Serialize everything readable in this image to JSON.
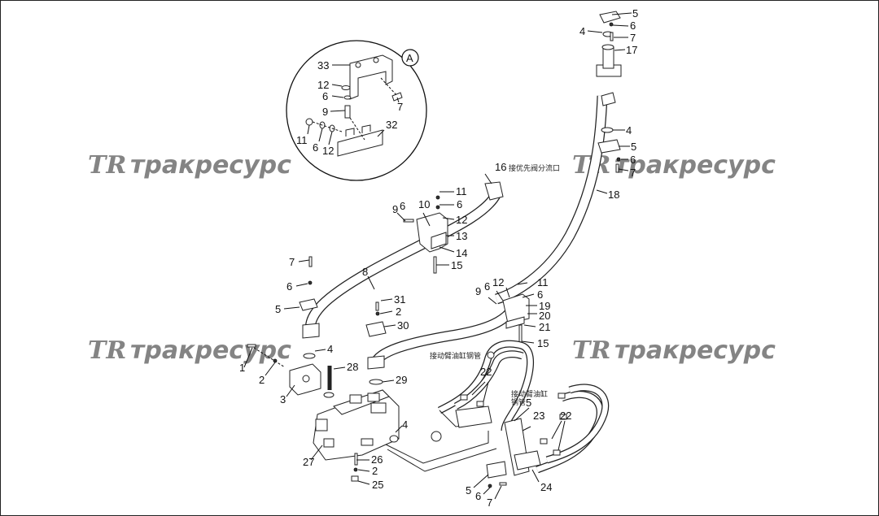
{
  "watermark": {
    "logo": "TR",
    "text": "тракресурс"
  },
  "detail": {
    "marker": "A"
  },
  "annotations": {
    "priority_valve": "接优先阀分流口",
    "boom_cyl_1": "接动臂油缸钢管",
    "boom_cyl_2a": "接动臂油缸",
    "boom_cyl_2b": "钢管"
  },
  "callouts": [
    {
      "id": "c5a",
      "t": "5"
    },
    {
      "id": "c4a",
      "t": "4"
    },
    {
      "id": "c6a",
      "t": "6"
    },
    {
      "id": "c7a",
      "t": "7"
    },
    {
      "id": "c17",
      "t": "17"
    },
    {
      "id": "c4b",
      "t": "4"
    },
    {
      "id": "c5b",
      "t": "5"
    },
    {
      "id": "c6b",
      "t": "6"
    },
    {
      "id": "c7b",
      "t": "7"
    },
    {
      "id": "c18",
      "t": "18"
    },
    {
      "id": "c33",
      "t": "33"
    },
    {
      "id": "c12a",
      "t": "12"
    },
    {
      "id": "c6c",
      "t": "6"
    },
    {
      "id": "c9a",
      "t": "9"
    },
    {
      "id": "c7c",
      "t": "7"
    },
    {
      "id": "c11a",
      "t": "11"
    },
    {
      "id": "c6d",
      "t": "6"
    },
    {
      "id": "c12b",
      "t": "12"
    },
    {
      "id": "c32",
      "t": "32"
    },
    {
      "id": "c16",
      "t": "16"
    },
    {
      "id": "c11b",
      "t": "11"
    },
    {
      "id": "c9b",
      "t": "9"
    },
    {
      "id": "c6e",
      "t": "6"
    },
    {
      "id": "c10",
      "t": "10"
    },
    {
      "id": "c6f",
      "t": "6"
    },
    {
      "id": "c12c",
      "t": "12"
    },
    {
      "id": "c13",
      "t": "13"
    },
    {
      "id": "c14",
      "t": "14"
    },
    {
      "id": "c15a",
      "t": "15"
    },
    {
      "id": "c7d",
      "t": "7"
    },
    {
      "id": "c8",
      "t": "8"
    },
    {
      "id": "c6g",
      "t": "6"
    },
    {
      "id": "c5c",
      "t": "5"
    },
    {
      "id": "c31",
      "t": "31"
    },
    {
      "id": "c2a",
      "t": "2"
    },
    {
      "id": "c30",
      "t": "30"
    },
    {
      "id": "c11c",
      "t": "11"
    },
    {
      "id": "c9c",
      "t": "9"
    },
    {
      "id": "c6h",
      "t": "6"
    },
    {
      "id": "c12d",
      "t": "12"
    },
    {
      "id": "c6i",
      "t": "6"
    },
    {
      "id": "c19",
      "t": "19"
    },
    {
      "id": "c20",
      "t": "20"
    },
    {
      "id": "c21",
      "t": "21"
    },
    {
      "id": "c15b",
      "t": "15"
    },
    {
      "id": "c4c",
      "t": "4"
    },
    {
      "id": "c1",
      "t": "1"
    },
    {
      "id": "c2b",
      "t": "2"
    },
    {
      "id": "c28",
      "t": "28"
    },
    {
      "id": "c3",
      "t": "3"
    },
    {
      "id": "c29",
      "t": "29"
    },
    {
      "id": "c22a",
      "t": "22"
    },
    {
      "id": "c5d",
      "t": "5"
    },
    {
      "id": "c23",
      "t": "23"
    },
    {
      "id": "c22b",
      "t": "22"
    },
    {
      "id": "c4d",
      "t": "4"
    },
    {
      "id": "c27",
      "t": "27"
    },
    {
      "id": "c26",
      "t": "26"
    },
    {
      "id": "c2c",
      "t": "2"
    },
    {
      "id": "c25",
      "t": "25"
    },
    {
      "id": "c5e",
      "t": "5"
    },
    {
      "id": "c6j",
      "t": "6"
    },
    {
      "id": "c7e",
      "t": "7"
    },
    {
      "id": "c24",
      "t": "24"
    }
  ]
}
